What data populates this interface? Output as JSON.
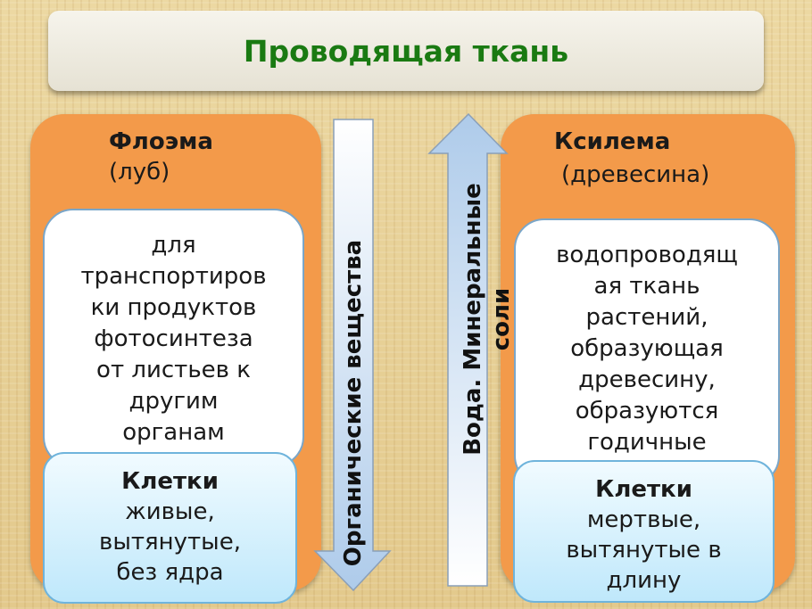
{
  "title": "Проводящая ткань",
  "phloem": {
    "name": "Флоэма",
    "subtitle": "(луб)",
    "description": [
      "для",
      "транспортиров",
      "ки продуктов",
      "фотосинтеза",
      "от листьев к",
      "другим",
      "органам"
    ],
    "cells_title": "Клетки",
    "cells_lines": [
      "живые,",
      "вытянутые,",
      "без ядра"
    ]
  },
  "xylem": {
    "name": "Ксилема",
    "subtitle": "(древесина)",
    "description": [
      "водопроводящ",
      "ая ткань",
      "растений,",
      "образующая",
      "древесину,",
      "образуются",
      "годичные"
    ],
    "cells_title": "Клетки",
    "cells_lines": [
      "мертвые,",
      "вытянутые в",
      "длину"
    ]
  },
  "arrows": {
    "down_label": "Органические вещества",
    "up_label_line1": "Вода. Минеральные",
    "up_label_line2": "соли"
  },
  "colors": {
    "title_text": "#1a7a12",
    "panel": "#f39a4a",
    "arrow_fill_top": "#ffffff",
    "arrow_fill_bottom": "#aecbea"
  }
}
